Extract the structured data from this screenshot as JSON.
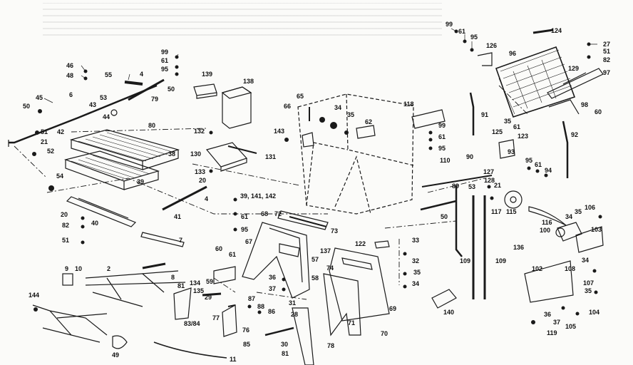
{
  "diagram": {
    "callouts": {
      "c1": "99",
      "c2": "61",
      "c3": "95",
      "c4": "124",
      "c5": "126",
      "c6": "96",
      "c7": "27",
      "c8": "51",
      "c9": "82",
      "c10": "97",
      "c11": "129",
      "c12": "46",
      "c13": "48",
      "c14": "4",
      "c15": "55",
      "c16": "6",
      "c17": "45",
      "c18": "53",
      "c19": "50",
      "c20": "43",
      "c21": "44",
      "c22": "42",
      "c23": "99",
      "c24": "61",
      "c25": "95",
      "c26": "50",
      "c27": "79",
      "c28": "139",
      "c29": "138",
      "c30": "65",
      "c31": "66",
      "c32": "34",
      "c33": "35",
      "c34": "62",
      "c35": "118",
      "c36": "91",
      "c37": "98",
      "c38": "60",
      "c39": "125",
      "c40": "92",
      "c41": "123",
      "c42": "35",
      "c43": "61",
      "c44": "80",
      "c45": "51",
      "c46": "21",
      "c47": "52",
      "c48": "132",
      "c49": "143",
      "c50": "38",
      "c51": "130",
      "c52": "131",
      "c53": "99",
      "c54": "61",
      "c55": "95",
      "c56": "110",
      "c57": "90",
      "c58": "93",
      "c59": "95",
      "c60": "61",
      "c61": "94",
      "c62": "127",
      "c63": "128",
      "c64": "54",
      "c65": "39",
      "c66": "133",
      "c67": "20",
      "c68": "4",
      "c69": "53",
      "c70": "21",
      "c71": "117",
      "c72": "115",
      "c73": "39, 141, 142",
      "c74": "89",
      "c75": "50",
      "c76": "106",
      "c77": "34",
      "c78": "35",
      "c79": "20",
      "c80": "61",
      "c81": "68",
      "c82": "72",
      "c83": "41",
      "c84": "116",
      "c85": "103",
      "c86": "100",
      "c87": "82",
      "c88": "40",
      "c89": "95",
      "c90": "73",
      "c91": "122",
      "c92": "33",
      "c93": "51",
      "c94": "7",
      "c95": "67",
      "c96": "137",
      "c97": "136",
      "c98": "60",
      "c99": "61",
      "c100": "57",
      "c101": "32",
      "c102": "109",
      "c103": "109",
      "c104": "34",
      "c105": "9",
      "c106": "10",
      "c107": "2",
      "c108": "8",
      "c109": "59",
      "c110": "36",
      "c111": "58",
      "c112": "74",
      "c113": "35",
      "c114": "102",
      "c115": "108",
      "c116": "107",
      "c117": "81",
      "c118": "134",
      "c119": "135",
      "c120": "37",
      "c121": "34",
      "c122": "29",
      "c123": "87",
      "c124": "31",
      "c125": "88",
      "c126": "86",
      "c127": "28",
      "c128": "140",
      "c129": "69",
      "c130": "35",
      "c131": "144",
      "c132": "83/84",
      "c133": "77",
      "c134": "76",
      "c135": "71",
      "c136": "36",
      "c137": "37",
      "c138": "104",
      "c139": "85",
      "c140": "70",
      "c141": "105",
      "c142": "119",
      "c143": "30",
      "c144": "81",
      "c145": "78",
      "c146": "49",
      "c147": "11"
    }
  }
}
